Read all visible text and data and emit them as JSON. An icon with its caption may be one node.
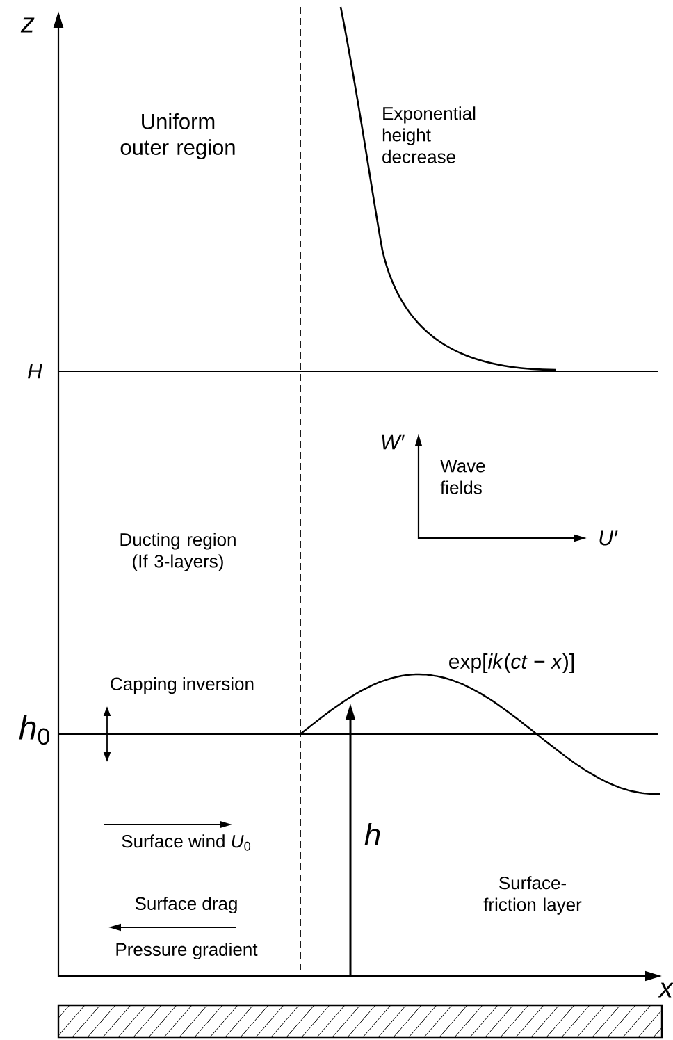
{
  "diagram": {
    "labels": [
      "z",
      "Uniform outer region",
      "Exponential height decrease",
      "H",
      "W′",
      "Wave fields",
      "U′",
      "Ducting region (If 3-layers)",
      "exp[*ik*(*ct* − *x*)]",
      "Capping inversion",
      "*h*$_{0}$",
      "Surface wind *U*$_{0}$",
      "h",
      "Surface-friction layer",
      "Surface drag",
      "Pressure gradient",
      "x"
    ]
  }
}
